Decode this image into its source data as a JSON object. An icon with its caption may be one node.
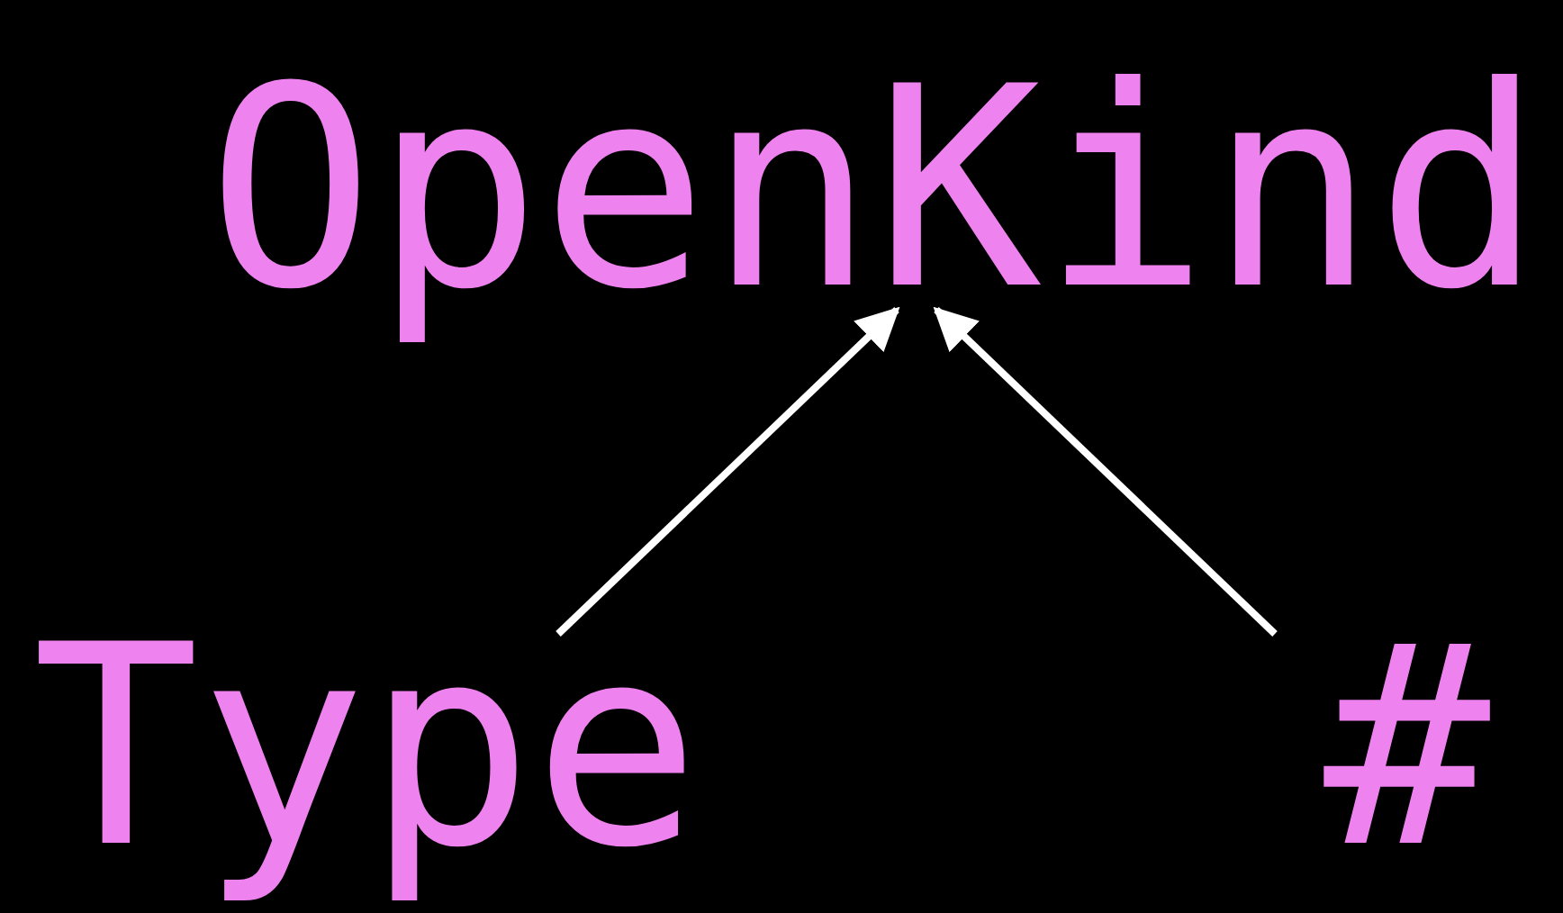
{
  "diagram": {
    "nodes": [
      {
        "text": [
          "OpenKind"
        ]
      },
      {
        "text": [
          "Type"
        ]
      },
      {
        "text": [
          "#"
        ]
      }
    ],
    "edges": [
      {
        "from": 1,
        "to": 0,
        "arrow": "to"
      },
      {
        "from": 2,
        "to": 0,
        "arrow": "to"
      }
    ]
  }
}
